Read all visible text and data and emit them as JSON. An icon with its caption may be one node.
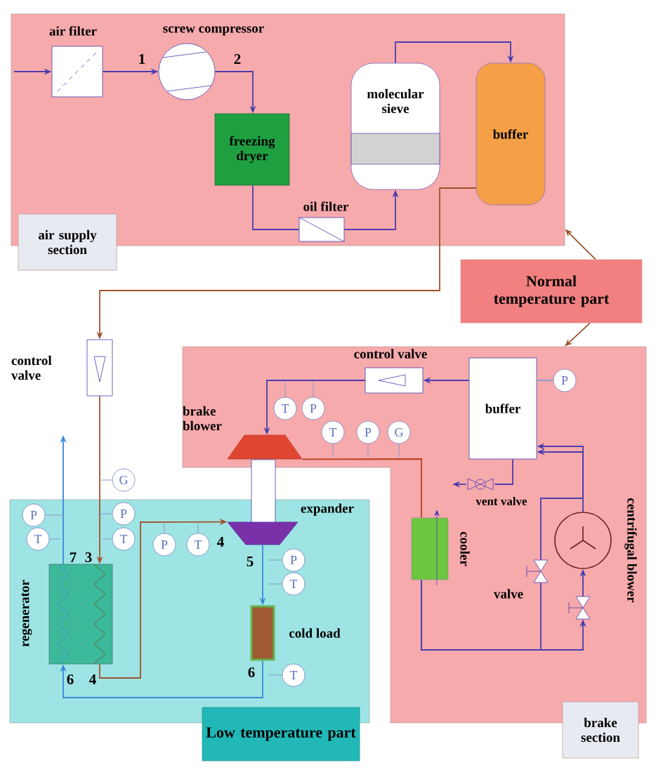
{
  "diagram": {
    "nodes": [
      {
        "text": [
          "air supply section"
        ]
      },
      {
        "text": [
          "air filter"
        ],
        "in": 0
      },
      {
        "text": [
          "screw compressor"
        ],
        "in": 0
      },
      {
        "text": [
          "freezing dryer"
        ],
        "in": 0
      },
      {
        "text": [
          "oil filter"
        ],
        "in": 0
      },
      {
        "text": [
          "molecular sieve"
        ],
        "in": 0
      },
      {
        "text": [
          "buffer"
        ],
        "in": 0
      },
      {
        "text": [
          "Normal temperature part"
        ]
      },
      {
        "text": [
          "control valve"
        ]
      },
      {
        "text": [
          "brake section"
        ]
      },
      {
        "text": [
          "control valve"
        ],
        "in": 9
      },
      {
        "text": [
          "buffer"
        ],
        "in": 9
      },
      {
        "text": [
          "brake blower"
        ],
        "in": 9
      },
      {
        "text": [
          "vent valve"
        ],
        "in": 9
      },
      {
        "text": [
          "cooler"
        ],
        "in": 9
      },
      {
        "text": [
          "centrifugal blower"
        ],
        "in": 9
      },
      {
        "text": [
          "valve"
        ],
        "in": 9
      },
      {
        "text": [],
        "shape": "valve",
        "in": 9
      },
      {
        "text": [
          "Low temperature part"
        ]
      },
      {
        "text": [
          "regenerator"
        ],
        "in": 18
      },
      {
        "text": [
          "expander"
        ],
        "in": 18
      },
      {
        "text": [
          "cold load"
        ],
        "in": 18
      },
      {
        "text": [
          "T"
        ],
        "in": 9
      },
      {
        "text": [
          "P"
        ],
        "in": 9
      },
      {
        "text": [
          "T"
        ],
        "in": 9
      },
      {
        "text": [
          "P"
        ],
        "in": 9
      },
      {
        "text": [
          "G"
        ],
        "in": 9
      },
      {
        "text": [
          "P"
        ],
        "in": 9
      },
      {
        "text": [
          "G"
        ]
      },
      {
        "text": [
          "P"
        ],
        "in": 18
      },
      {
        "text": [
          "T"
        ],
        "in": 18
      },
      {
        "text": [
          "P"
        ],
        "in": 18
      },
      {
        "text": [
          "T"
        ],
        "in": 18
      },
      {
        "text": [
          "P"
        ],
        "in": 18
      },
      {
        "text": [
          "T"
        ],
        "in": 18
      },
      {
        "text": [
          "P"
        ],
        "in": 18
      },
      {
        "text": [
          "T"
        ],
        "in": 18
      },
      {
        "text": [
          "T"
        ],
        "in": 18
      }
    ],
    "edges": [
      {
        "from": null,
        "to": 1,
        "arrow": "to"
      },
      {
        "from": 1,
        "to": 2,
        "arrow": "to"
      },
      {
        "from": 2,
        "to": 3,
        "arrow": "to"
      },
      {
        "from": 3,
        "to": 4,
        "arrow": "none"
      },
      {
        "from": 4,
        "to": 5,
        "arrow": "to"
      },
      {
        "from": 5,
        "to": 6,
        "arrow": "to"
      },
      {
        "from": 6,
        "to": 8,
        "arrow": "to",
        "color": "#a0522d"
      },
      {
        "from": 8,
        "to": 19,
        "arrow": "to",
        "color": "#a0522d"
      },
      {
        "from": 19,
        "to": 20,
        "arrow": "to",
        "color": "#a0522d"
      },
      {
        "from": 20,
        "to": 21,
        "arrow": "to",
        "color": "#3a8ad8"
      },
      {
        "from": 21,
        "to": 19,
        "arrow": "to",
        "color": "#3a8ad8"
      },
      {
        "from": 19,
        "to": null,
        "arrow": "to",
        "color": "#3a8ad8"
      },
      {
        "from": 11,
        "to": 10,
        "arrow": "to"
      },
      {
        "from": 10,
        "to": 12,
        "arrow": "to"
      },
      {
        "from": 12,
        "to": 14,
        "arrow": "none",
        "color": "#b8401c"
      },
      {
        "from": 14,
        "to": 17,
        "arrow": "to"
      },
      {
        "from": 17,
        "to": 15,
        "arrow": "to"
      },
      {
        "from": 15,
        "to": 11,
        "arrow": "to"
      },
      {
        "from": 14,
        "to": 16,
        "arrow": "none"
      },
      {
        "from": 16,
        "to": 11,
        "arrow": "to"
      },
      {
        "from": 11,
        "to": 13,
        "arrow": "none"
      },
      {
        "from": 13,
        "to": null,
        "arrow": "to"
      },
      {
        "from": 7,
        "to": 0,
        "arrow": "to",
        "color": "#a0522d"
      },
      {
        "from": 7,
        "to": 9,
        "arrow": "to",
        "color": "#a0522d"
      },
      {
        "from": 22,
        "to": null,
        "arrow": "none",
        "color": "#8c96d0"
      },
      {
        "from": 23,
        "to": null,
        "arrow": "none",
        "color": "#8c96d0"
      },
      {
        "from": 24,
        "to": null,
        "arrow": "none",
        "color": "#8c96d0"
      },
      {
        "from": 25,
        "to": null,
        "arrow": "none",
        "color": "#8c96d0"
      },
      {
        "from": 26,
        "to": null,
        "arrow": "none",
        "color": "#8c96d0"
      },
      {
        "from": 27,
        "to": 11,
        "arrow": "none",
        "color": "#8c96d0"
      },
      {
        "from": 28,
        "to": null,
        "arrow": "none",
        "color": "#8c96d0"
      },
      {
        "from": 29,
        "to": null,
        "arrow": "none",
        "color": "#8c96d0"
      },
      {
        "from": 30,
        "to": null,
        "arrow": "none",
        "color": "#8c96d0"
      },
      {
        "from": 31,
        "to": null,
        "arrow": "none",
        "color": "#8c96d0"
      },
      {
        "from": 32,
        "to": null,
        "arrow": "none",
        "color": "#8c96d0"
      },
      {
        "from": 33,
        "to": null,
        "arrow": "none",
        "color": "#8c96d0"
      },
      {
        "from": 34,
        "to": null,
        "arrow": "none",
        "color": "#8c96d0"
      },
      {
        "from": 35,
        "to": null,
        "arrow": "none",
        "color": "#8c96d0"
      },
      {
        "from": 36,
        "to": null,
        "arrow": "none",
        "color": "#8c96d0"
      },
      {
        "from": 37,
        "to": null,
        "arrow": "none",
        "color": "#8c96d0"
      }
    ],
    "labels": [
      "1",
      "2",
      "7",
      "3",
      "4",
      "5",
      "6",
      "6",
      "4"
    ]
  }
}
